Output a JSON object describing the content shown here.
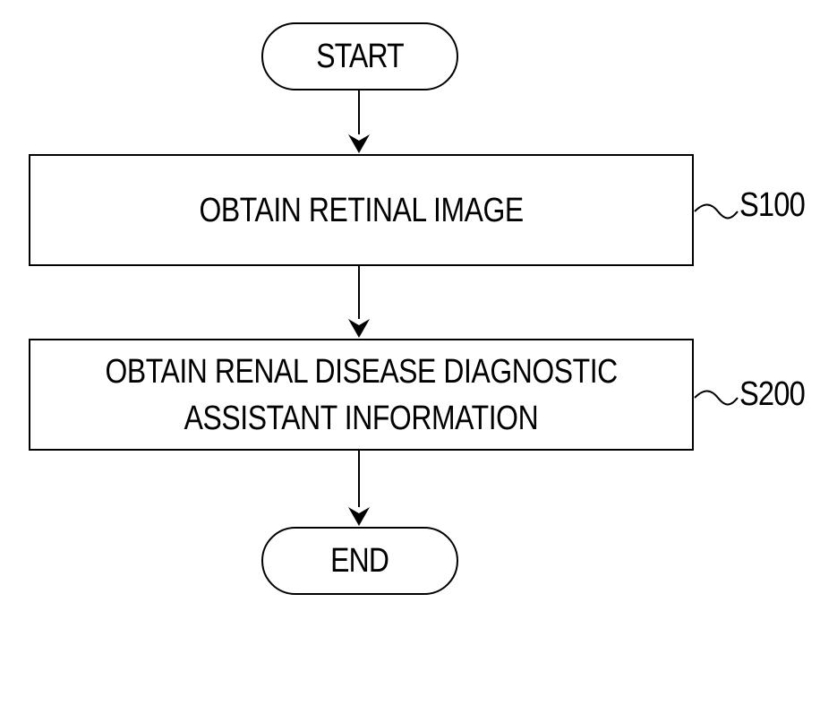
{
  "flowchart": {
    "start_label": "START",
    "end_label": "END",
    "steps": [
      {
        "id": "S100",
        "text_lines": [
          "OBTAIN RETINAL IMAGE"
        ]
      },
      {
        "id": "S200",
        "text_lines": [
          "OBTAIN RENAL DISEASE DIAGNOSTIC",
          "ASSISTANT INFORMATION"
        ]
      }
    ],
    "line_color": "#000000",
    "background_color": "#ffffff"
  }
}
